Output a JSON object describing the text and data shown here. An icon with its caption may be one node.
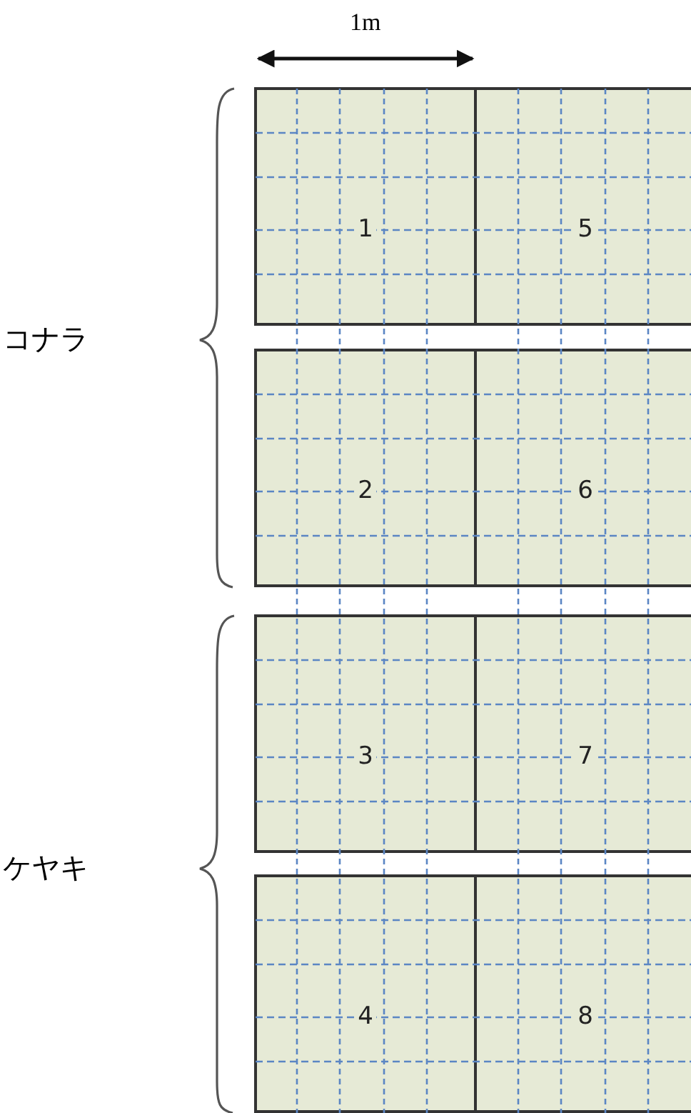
{
  "diagram": {
    "nodes": [
      {
        "text": [
          "1"
        ]
      },
      {
        "text": [
          "5"
        ]
      },
      {
        "text": [
          "2"
        ]
      },
      {
        "text": [
          "6"
        ]
      },
      {
        "text": [
          "3"
        ]
      },
      {
        "text": [
          "7"
        ]
      },
      {
        "text": [
          "4"
        ]
      },
      {
        "text": [
          "8"
        ]
      }
    ],
    "labels": [
      "1m",
      "コナラ",
      "ケヤキ"
    ]
  }
}
